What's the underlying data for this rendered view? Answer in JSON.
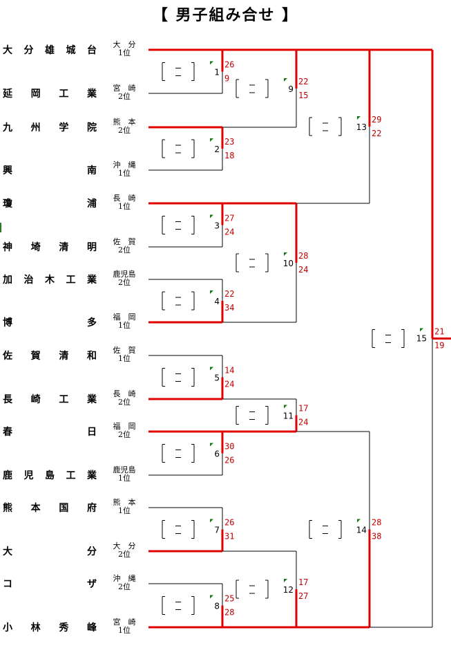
{
  "title": "【 男子組み合せ 】",
  "teams": [
    {
      "name": "大分雄城台",
      "pref": "大分",
      "rank": "1位"
    },
    {
      "name": "延岡工業",
      "pref": "宮崎",
      "rank": "2位"
    },
    {
      "name": "九州学院",
      "pref": "熊本",
      "rank": "2位"
    },
    {
      "name": "興南",
      "pref": "沖縄",
      "rank": "1位"
    },
    {
      "name": "瓊浦",
      "pref": "長崎",
      "rank": "1位"
    },
    {
      "name": "神埼清明",
      "pref": "佐賀",
      "rank": "2位"
    },
    {
      "name": "加治木工業",
      "pref": "鹿児島",
      "rank": "2位"
    },
    {
      "name": "博多",
      "pref": "福岡",
      "rank": "1位"
    },
    {
      "name": "佐賀清和",
      "pref": "佐賀",
      "rank": "1位"
    },
    {
      "name": "長崎工業",
      "pref": "長崎",
      "rank": "2位"
    },
    {
      "name": "春日",
      "pref": "福岡",
      "rank": "2位"
    },
    {
      "name": "鹿児島工業",
      "pref": "鹿児島",
      "rank": "1位"
    },
    {
      "name": "熊本国府",
      "pref": "熊本",
      "rank": "1位"
    },
    {
      "name": "大分",
      "pref": "大分",
      "rank": "2位"
    },
    {
      "name": "コザ",
      "pref": "沖縄",
      "rank": "2位"
    },
    {
      "name": "小林秀峰",
      "pref": "宮崎",
      "rank": "1位"
    }
  ],
  "games": [
    {
      "num": "1",
      "top": "26",
      "bottom": "9",
      "winner": "top"
    },
    {
      "num": "2",
      "top": "23",
      "bottom": "18",
      "winner": "top"
    },
    {
      "num": "3",
      "top": "27",
      "bottom": "24",
      "winner": "top"
    },
    {
      "num": "4",
      "top": "22",
      "bottom": "34",
      "winner": "bottom"
    },
    {
      "num": "5",
      "top": "14",
      "bottom": "24",
      "winner": "bottom"
    },
    {
      "num": "6",
      "top": "30",
      "bottom": "26",
      "winner": "top"
    },
    {
      "num": "7",
      "top": "26",
      "bottom": "31",
      "winner": "bottom"
    },
    {
      "num": "8",
      "top": "25",
      "bottom": "28",
      "winner": "bottom"
    },
    {
      "num": "9",
      "top": "22",
      "bottom": "15",
      "winner": "top"
    },
    {
      "num": "10",
      "top": "28",
      "bottom": "24",
      "winner": "top"
    },
    {
      "num": "11",
      "top": "17",
      "bottom": "24",
      "winner": "bottom"
    },
    {
      "num": "12",
      "top": "17",
      "bottom": "27",
      "winner": "bottom"
    },
    {
      "num": "13",
      "top": "29",
      "bottom": "22",
      "winner": "top"
    },
    {
      "num": "14",
      "top": "28",
      "bottom": "38",
      "winner": "bottom"
    },
    {
      "num": "15",
      "top": "21",
      "bottom": "19",
      "winner": "top"
    }
  ],
  "colors": {
    "winner_line": "#e00000",
    "loser_line": "#000000",
    "score": "#c00000",
    "marker": "#1a7a1a"
  }
}
